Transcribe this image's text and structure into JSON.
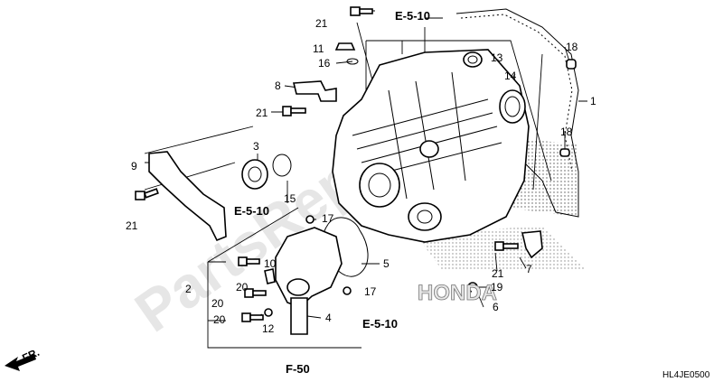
{
  "diagram": {
    "references": {
      "e510_top": "E-5-10",
      "e510_left": "E-5-10",
      "e510_bottom": "E-5-10",
      "f50": "F-50"
    },
    "direction_label": "FR.",
    "drawing_code": "HL4JE0500",
    "watermark": "PartsRepublik",
    "brand_mark": "HONDA",
    "callouts": [
      {
        "id": "c1",
        "text": "1"
      },
      {
        "id": "c2",
        "text": "2"
      },
      {
        "id": "c3",
        "text": "3"
      },
      {
        "id": "c4",
        "text": "4"
      },
      {
        "id": "c5",
        "text": "5"
      },
      {
        "id": "c6",
        "text": "6"
      },
      {
        "id": "c7",
        "text": "7"
      },
      {
        "id": "c8",
        "text": "8"
      },
      {
        "id": "c9",
        "text": "9"
      },
      {
        "id": "c10",
        "text": "10"
      },
      {
        "id": "c11",
        "text": "11"
      },
      {
        "id": "c12",
        "text": "12"
      },
      {
        "id": "c13",
        "text": "13"
      },
      {
        "id": "c14",
        "text": "14"
      },
      {
        "id": "c15",
        "text": "15"
      },
      {
        "id": "c16",
        "text": "16"
      },
      {
        "id": "c17a",
        "text": "17"
      },
      {
        "id": "c17b",
        "text": "17"
      },
      {
        "id": "c18a",
        "text": "18"
      },
      {
        "id": "c18b",
        "text": "18"
      },
      {
        "id": "c19",
        "text": "19"
      },
      {
        "id": "c20a",
        "text": "20"
      },
      {
        "id": "c20b",
        "text": "20"
      },
      {
        "id": "c20c",
        "text": "20"
      },
      {
        "id": "c21a",
        "text": "21"
      },
      {
        "id": "c21b",
        "text": "21"
      },
      {
        "id": "c21c",
        "text": "21"
      },
      {
        "id": "c21d",
        "text": "21"
      }
    ]
  }
}
